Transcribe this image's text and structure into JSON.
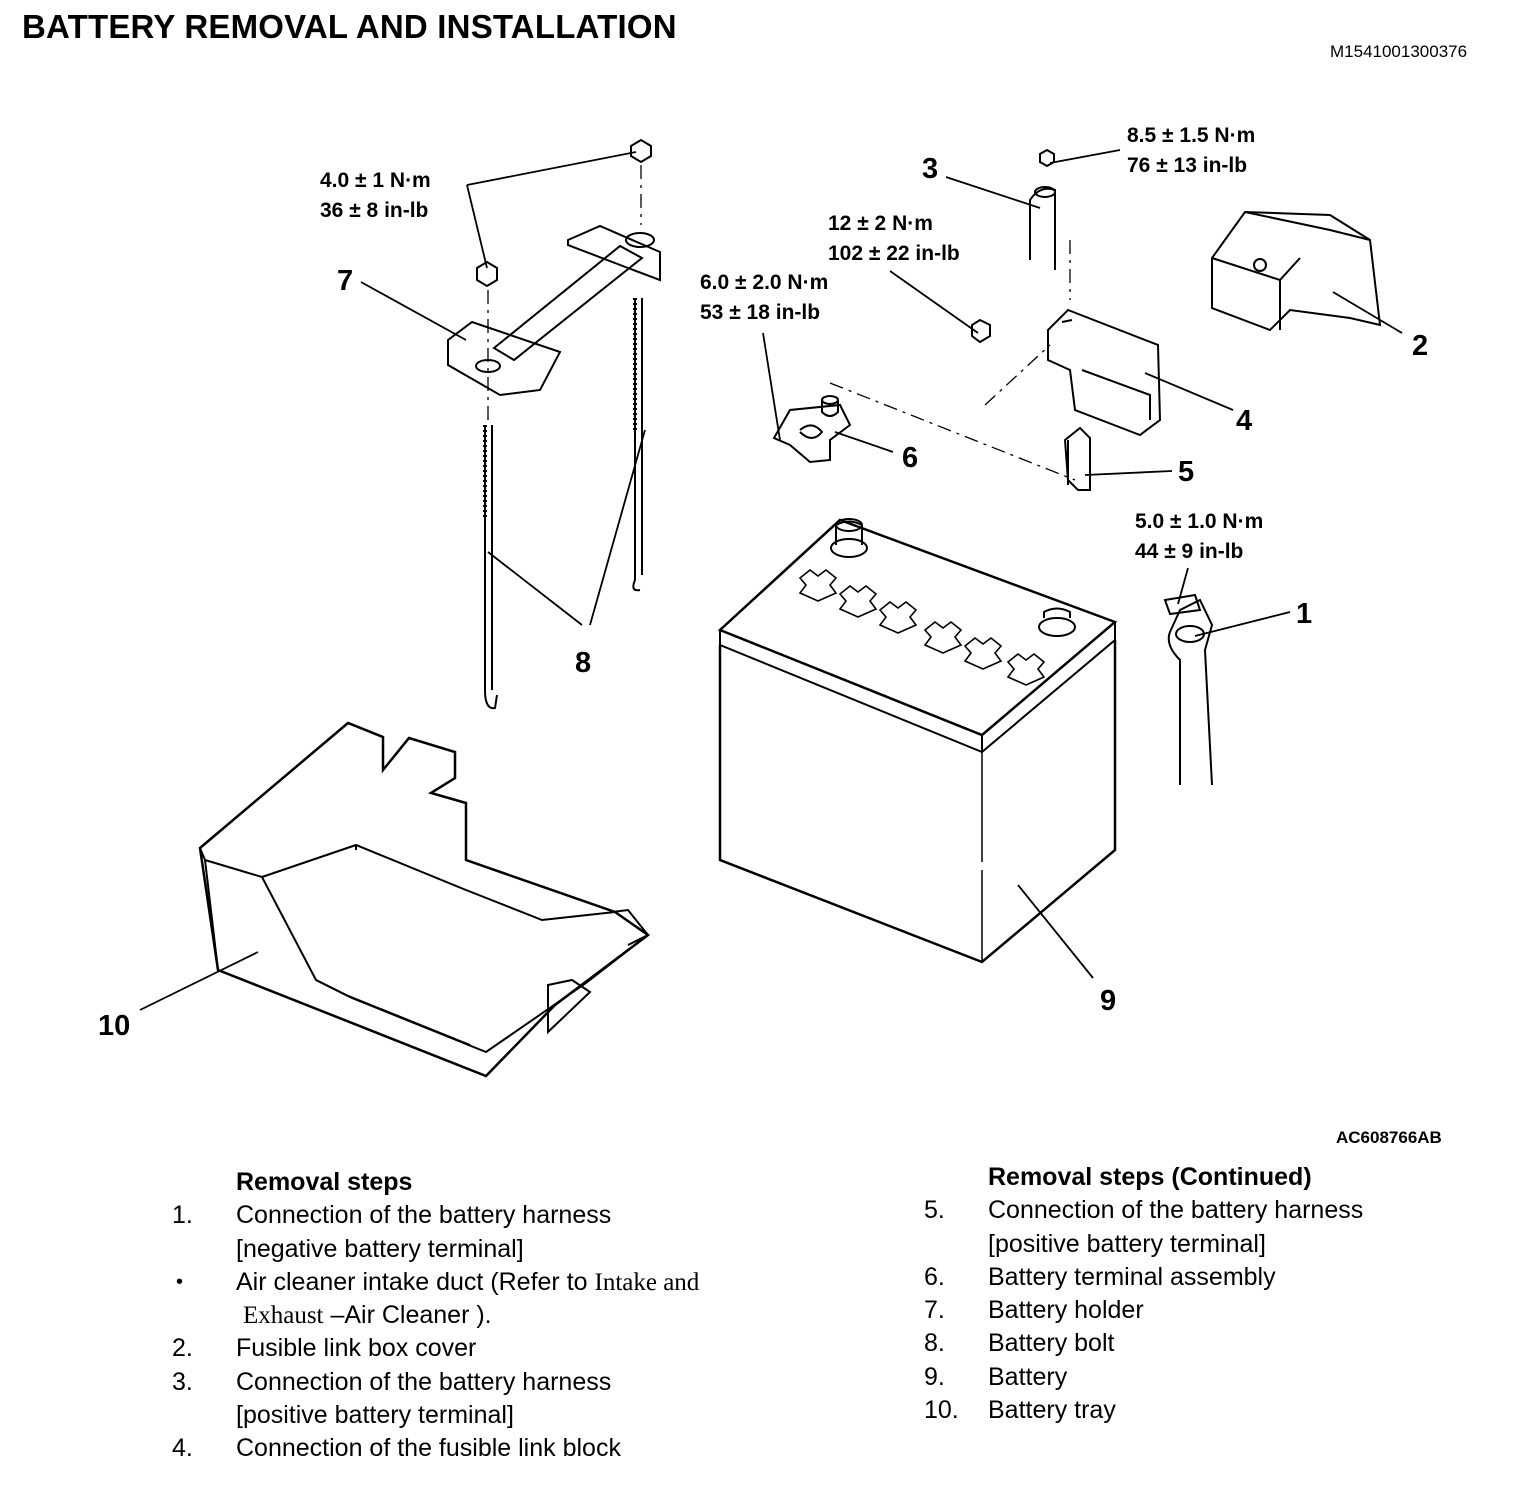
{
  "title": "BATTERY REMOVAL AND INSTALLATION",
  "doc_id": "M1541001300376",
  "figure_id": "AC608766AB",
  "callouts": {
    "c1": "1",
    "c2": "2",
    "c3": "3",
    "c4": "4",
    "c5": "5",
    "c6": "6",
    "c7": "7",
    "c8": "8",
    "c9": "9",
    "c10": "10"
  },
  "torques": {
    "t1": {
      "nm": "4.0 ± 1 N·m",
      "inlb": "36 ± 8 in-lb"
    },
    "t2": {
      "nm": "8.5 ± 1.5 N·m",
      "inlb": "76 ± 13 in-lb"
    },
    "t3": {
      "nm": "12 ± 2 N·m",
      "inlb": "102 ± 22 in-lb"
    },
    "t4": {
      "nm": "6.0 ± 2.0 N·m",
      "inlb": "53 ± 18 in-lb"
    },
    "t5": {
      "nm": "5.0 ± 1.0 N·m",
      "inlb": "44 ± 9 in-lb"
    }
  },
  "left_column": {
    "heading": "Removal steps",
    "items": [
      {
        "num": "1.",
        "line1": "Connection of the battery harness",
        "line2": "[negative battery terminal]"
      },
      {
        "num": "•",
        "pre": "Air cleaner intake duct (Refer to ",
        "ref1": "Intake and",
        "ref2": "Exhaust",
        "post": " –Air Cleaner )."
      },
      {
        "num": "2.",
        "line1": "Fusible link box cover"
      },
      {
        "num": "3.",
        "line1": "Connection of the battery harness",
        "line2": "[positive battery terminal]"
      },
      {
        "num": "4.",
        "line1": "Connection of the fusible link block"
      }
    ]
  },
  "right_column": {
    "heading": "Removal steps (Continued)",
    "items": [
      {
        "num": "5.",
        "line1": "Connection of the battery harness",
        "line2": "[positive battery terminal]"
      },
      {
        "num": "6.",
        "line1": "Battery terminal assembly"
      },
      {
        "num": "7.",
        "line1": "Battery holder"
      },
      {
        "num": "8.",
        "line1": "Battery bolt"
      },
      {
        "num": "9.",
        "line1": "Battery"
      },
      {
        "num": "10.",
        "line1": "Battery tray"
      }
    ]
  }
}
